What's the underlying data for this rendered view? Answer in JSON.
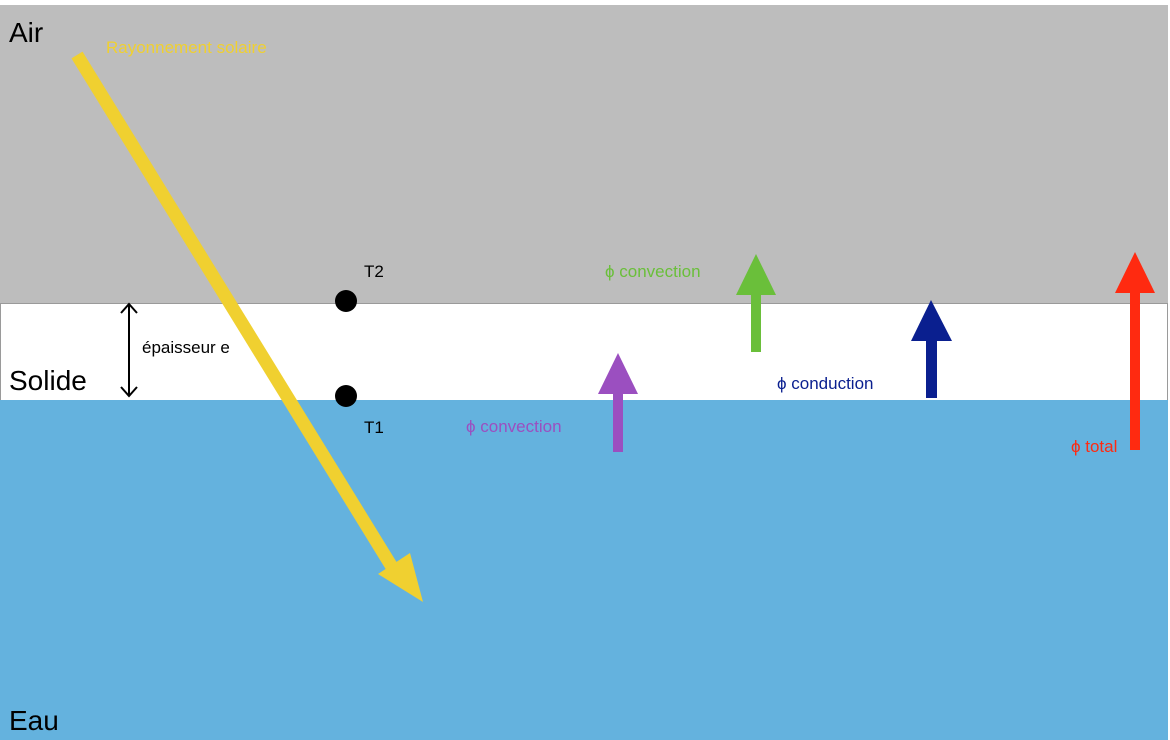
{
  "layers": {
    "air": "Air",
    "solid": "Solide",
    "water": "Eau"
  },
  "labels": {
    "solar_radiation": "Rayonnement solaire",
    "thickness": "épaisseur e",
    "t2": "T2",
    "t1": "T1",
    "convection_air": "ϕ convection",
    "convection_water": "ϕ convection",
    "conduction": "ϕ conduction",
    "total": "ϕ total"
  },
  "colors": {
    "air": "#bdbdbd",
    "solid": "#ffffff",
    "water": "#64b2de",
    "solar": "#f0d030",
    "convection_air": "#6abf3a",
    "convection_water": "#9b4fc0",
    "conduction": "#0a1f8f",
    "total": "#ff2a10"
  }
}
